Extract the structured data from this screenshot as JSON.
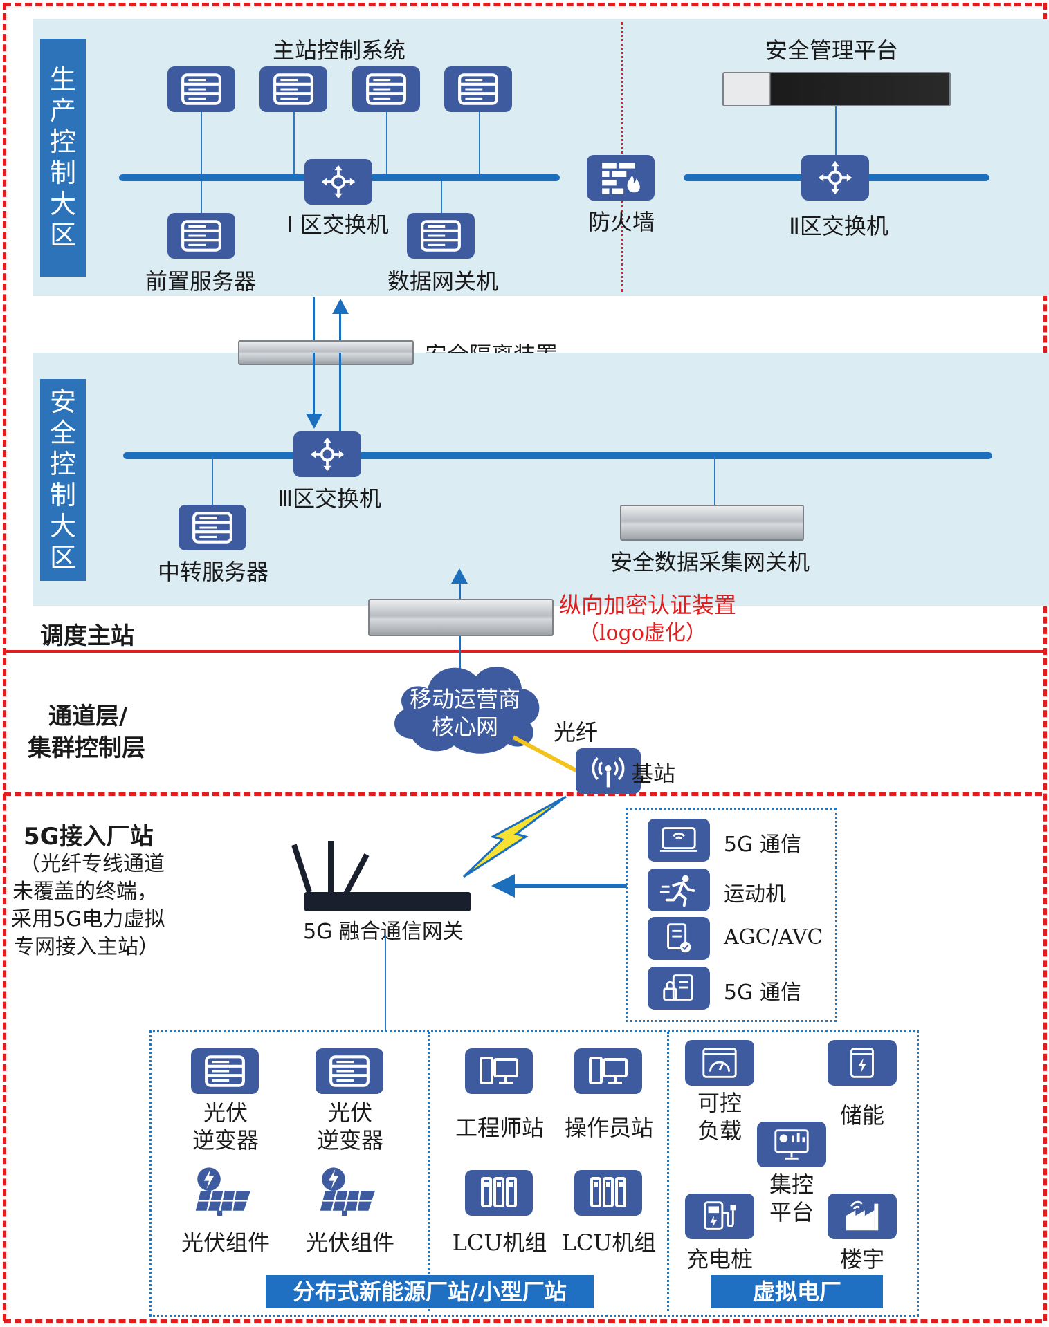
{
  "zones": {
    "production": {
      "label": "生产控制大区"
    },
    "security": {
      "label": "安全控制大区"
    }
  },
  "master_station": {
    "control_system_title": "主站控制系统",
    "front_server": "前置服务器",
    "switch_1": "Ⅰ 区交换机",
    "data_gateway": "数据网关机",
    "firewall": "防火墙",
    "mgmt_platform": "安全管理平台",
    "switch_2": "Ⅱ区交换机",
    "isolation_device": "安全隔离装置",
    "switch_3": "Ⅲ区交换机",
    "relay_server": "中转服务器",
    "collect_gateway": "安全数据采集网关机",
    "encrypt_device": "纵向加密认证装置",
    "encrypt_note": "（logo虚化）",
    "section_label": "调度主站"
  },
  "channel": {
    "section_label_1": "通道层/",
    "section_label_2": "集群控制层",
    "cloud_line1": "移动运营商",
    "cloud_line2": "核心网",
    "fiber": "光纤",
    "base_station": "基站"
  },
  "access": {
    "title": "5G接入厂站",
    "note": [
      "（光纤专线通道",
      "未覆盖的终端，",
      "采用5G电力虚拟",
      "专网接入主站）"
    ],
    "gateway": "5G 融合通信网关",
    "terminals": [
      "5G 通信",
      "运动机",
      "AGC/AVC",
      "5G 通信"
    ]
  },
  "plant": {
    "inverter_1": [
      "光伏",
      "逆变器"
    ],
    "inverter_2": [
      "光伏",
      "逆变器"
    ],
    "pv_1": "光伏组件",
    "pv_2": "光伏组件",
    "engineer": "工程师站",
    "operator": "操作员站",
    "lcu_1": "LCU机组",
    "lcu_2": "LCU机组",
    "banner": "分布式新能源厂站/小型厂站"
  },
  "vpp": {
    "load": [
      "可控",
      "负载"
    ],
    "storage": "储能",
    "central": [
      "集控",
      "平台"
    ],
    "charger": "充电桩",
    "building": "楼宇",
    "banner": "虚拟电厂"
  },
  "colors": {
    "zone_bg": "#dcecf3",
    "accent": "#2c73ba",
    "icon": "#3d5b9e",
    "red": "#e31d1d"
  }
}
